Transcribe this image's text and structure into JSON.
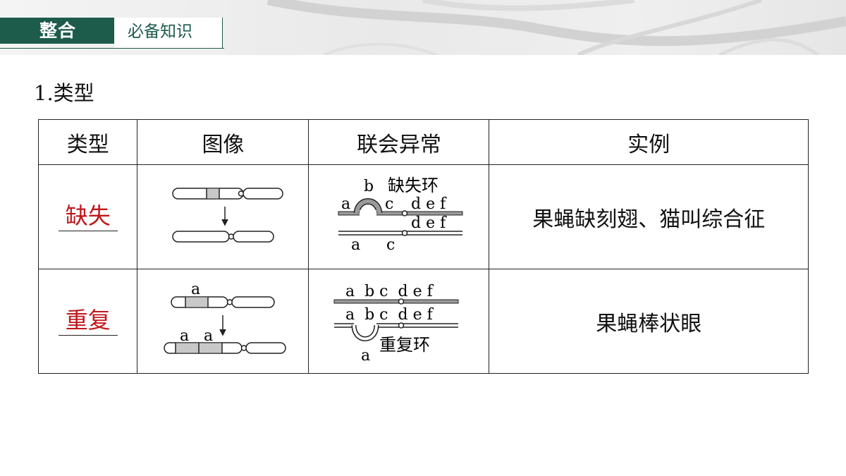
{
  "header": {
    "tab_primary": "整合",
    "tab_secondary": "必备知识"
  },
  "section": {
    "title": "1.类型"
  },
  "table": {
    "headers": [
      "类型",
      "图像",
      "联会异常",
      "实例"
    ],
    "rows": [
      {
        "type": "缺失",
        "example": "果蝇缺刻翅、猫叫综合征",
        "synapsis_labels": {
          "loop_name": "缺失环",
          "top_b": "b",
          "top_a": "a",
          "top_c": "c",
          "top_def": "d e f",
          "mid_def": "d e f",
          "bot_a": "a",
          "bot_c": "c"
        }
      },
      {
        "type": "重复",
        "example": "果蝇棒状眼",
        "image_labels": {
          "top": "a",
          "bottom_a1": "a",
          "bottom_a2": "a"
        },
        "synapsis_labels": {
          "line1": "a  b c  d e f",
          "line2": "a  b c  d e f",
          "loop_a": "a",
          "loop_name": "重复环"
        }
      }
    ]
  },
  "colors": {
    "accent_green": "#1d5b4b",
    "label_red": "#c0171c",
    "band_gray": "#c8c8c8"
  }
}
